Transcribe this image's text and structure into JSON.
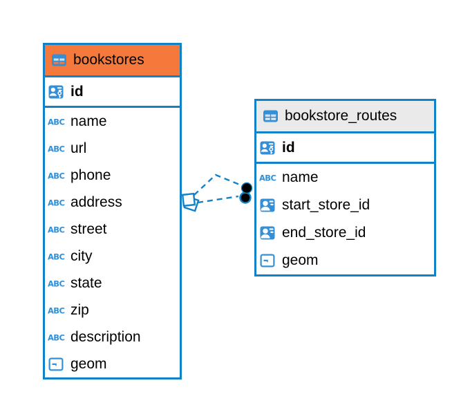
{
  "diagram": {
    "type": "entity-relationship",
    "tables": [
      {
        "id": "bookstores",
        "title": "bookstores",
        "header_color": "#F5793B",
        "primary_keys": [
          {
            "name": "id",
            "type": "pk"
          }
        ],
        "columns": [
          {
            "name": "name",
            "type": "varchar"
          },
          {
            "name": "url",
            "type": "varchar"
          },
          {
            "name": "phone",
            "type": "varchar"
          },
          {
            "name": "address",
            "type": "varchar"
          },
          {
            "name": "street",
            "type": "varchar"
          },
          {
            "name": "city",
            "type": "varchar"
          },
          {
            "name": "state",
            "type": "varchar"
          },
          {
            "name": "zip",
            "type": "varchar"
          },
          {
            "name": "description",
            "type": "varchar"
          },
          {
            "name": "geom",
            "type": "geometry"
          }
        ]
      },
      {
        "id": "bookstore_routes",
        "title": "bookstore_routes",
        "header_color": "#EAEAEA",
        "primary_keys": [
          {
            "name": "id",
            "type": "pk"
          }
        ],
        "columns": [
          {
            "name": "name",
            "type": "varchar"
          },
          {
            "name": "start_store_id",
            "type": "fk"
          },
          {
            "name": "end_store_id",
            "type": "fk"
          },
          {
            "name": "geom",
            "type": "geometry"
          }
        ]
      }
    ],
    "relationships": [
      {
        "from_table": "bookstores",
        "to_table": "bookstore_routes",
        "line_style": "dashed"
      },
      {
        "from_table": "bookstores",
        "to_table": "bookstore_routes",
        "line_style": "dashed"
      }
    ],
    "icon_names": {
      "table": "table-icon",
      "pk": "primary-key-icon",
      "fk": "foreign-key-icon",
      "varchar": "varchar-icon",
      "geometry": "geometry-icon"
    },
    "colors": {
      "accent_blue": "#1182C8",
      "icon_blue": "#3390D6",
      "header_orange": "#F5793B",
      "header_gray": "#EAEAEA",
      "marker_fill": "#000000",
      "text": "#000000",
      "background": "#FFFFFF"
    }
  }
}
